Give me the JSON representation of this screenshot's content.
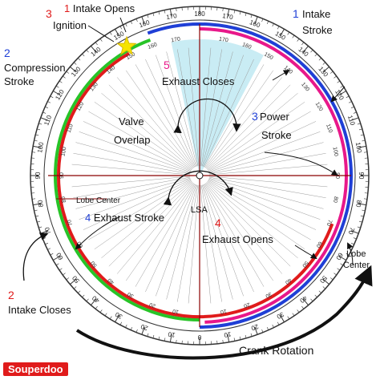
{
  "labels": {
    "intake_opens_num": "1",
    "intake_opens": "Intake Opens",
    "ignition_num": "3",
    "ignition": "Ignition",
    "compression_num": "2",
    "compression_l1": "Compression",
    "compression_l2": "Stroke",
    "intake_stroke_num": "1",
    "intake_stroke_l1": "Intake",
    "intake_stroke_l2": "Stroke",
    "exhaust_closes_num": "5",
    "exhaust_closes": "Exhaust Closes",
    "valve_overlap_l1": "Valve",
    "valve_overlap_l2": "Overlap",
    "power_num": "3",
    "power_l1": "Power",
    "power_l2": "Stroke",
    "lobe_center_left": "Lobe Center",
    "lsa": "LSA",
    "exhaust_stroke_num": "4",
    "exhaust_stroke": "Exhaust Stroke",
    "exhaust_opens_num": "4",
    "exhaust_opens": "Exhaust Opens",
    "lobe_center_right_l1": "Lobe",
    "lobe_center_right_l2": "Center",
    "intake_closes_num": "2",
    "intake_closes": "Intake Closes",
    "crank_rotation": "Crank Rotation",
    "watermark": "Souperdoo"
  },
  "colors": {
    "intake": "#1f3fd6",
    "compression": "#27c427",
    "power": "#e8188a",
    "exhaust": "#e01b1b",
    "overlap": "#bfe9f2",
    "ignition_star": "#f5e400"
  }
}
